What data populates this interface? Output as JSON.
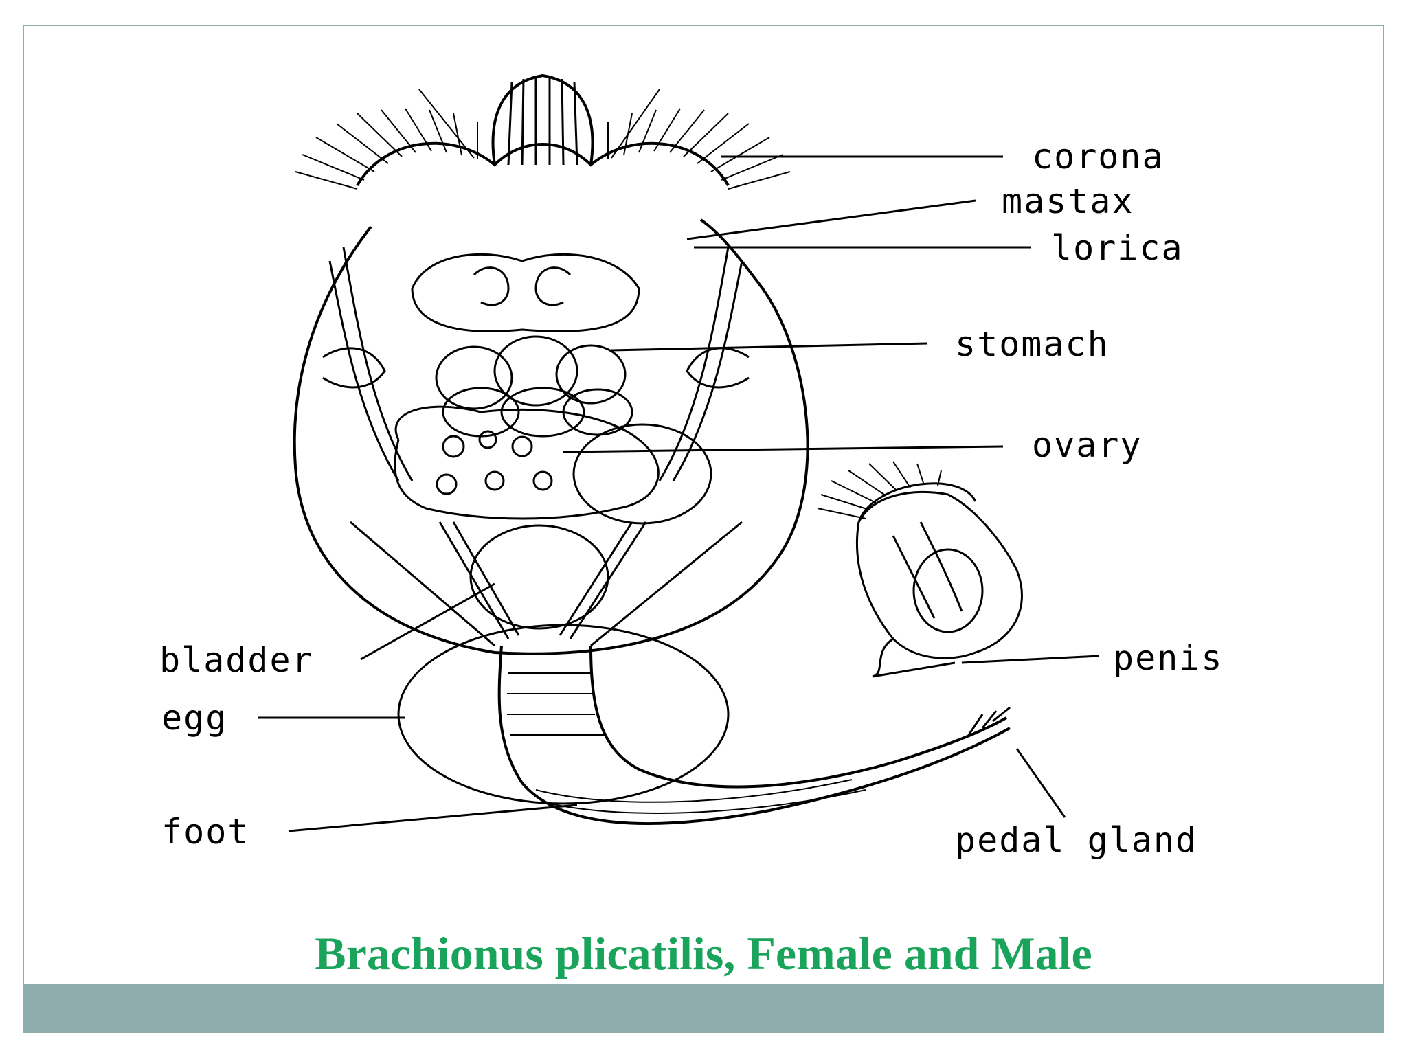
{
  "caption": "Brachionus plicatilis, Female and Male",
  "labels": {
    "corona": "corona",
    "mastax": "mastax",
    "lorica": "lorica",
    "stomach": "stomach",
    "ovary": "ovary",
    "bladder": "bladder",
    "egg": "egg",
    "foot": "foot",
    "penis": "penis",
    "pedal_gland": "pedal gland"
  },
  "colors": {
    "caption": "#1aa35a",
    "footer_bar": "#8fadad",
    "frame": "#8fadad",
    "ink": "#000000"
  }
}
